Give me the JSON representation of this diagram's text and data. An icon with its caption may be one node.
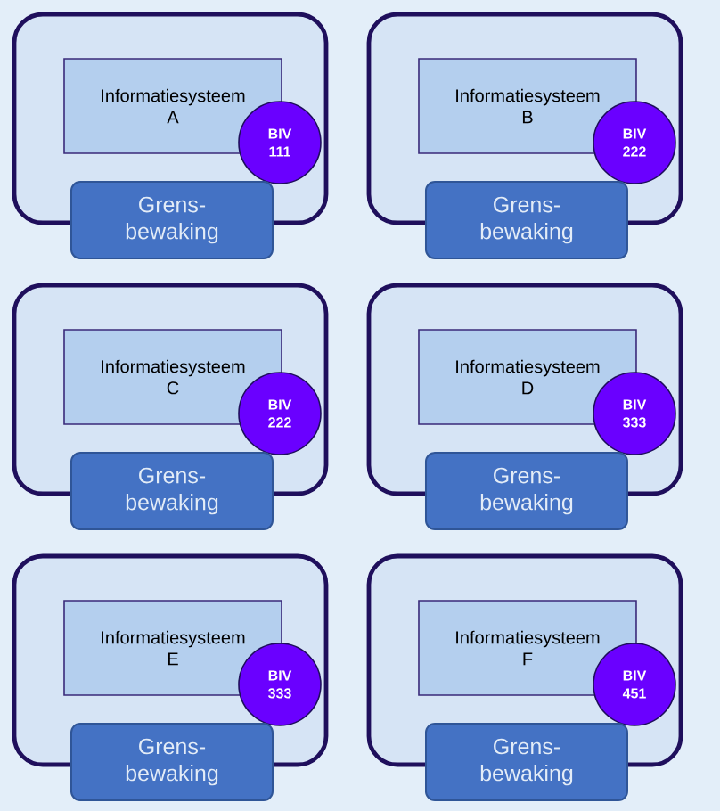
{
  "diagram": {
    "nodes": [
      {
        "text": [],
        "shape": "box"
      },
      {
        "text": [
          "Informatiesysteem A"
        ],
        "in": 0
      },
      {
        "text": [
          "BIV 111"
        ],
        "in": 0
      },
      {
        "text": [
          "Grens- bewaking"
        ]
      },
      {
        "text": [],
        "shape": "box"
      },
      {
        "text": [
          "Informatiesysteem B"
        ],
        "in": 4
      },
      {
        "text": [
          "BIV 222"
        ],
        "in": 4
      },
      {
        "text": [
          "Grens- bewaking"
        ]
      },
      {
        "text": [],
        "shape": "box"
      },
      {
        "text": [
          "Informatiesysteem C"
        ],
        "in": 8
      },
      {
        "text": [
          "BIV 222"
        ],
        "in": 8
      },
      {
        "text": [
          "Grens- bewaking"
        ]
      },
      {
        "text": [],
        "shape": "box"
      },
      {
        "text": [
          "Informatiesysteem D"
        ],
        "in": 12
      },
      {
        "text": [
          "BIV 333"
        ],
        "in": 12
      },
      {
        "text": [
          "Grens- bewaking"
        ]
      },
      {
        "text": [],
        "shape": "box"
      },
      {
        "text": [
          "Informatiesysteem E"
        ],
        "in": 16
      },
      {
        "text": [
          "BIV 333"
        ],
        "in": 16
      },
      {
        "text": [
          "Grens- bewaking"
        ]
      },
      {
        "text": [],
        "shape": "box"
      },
      {
        "text": [
          "Informatiesysteem F"
        ],
        "in": 20
      },
      {
        "text": [
          "BIV 451"
        ],
        "in": 20
      },
      {
        "text": [
          "Grens- bewaking"
        ]
      }
    ]
  }
}
